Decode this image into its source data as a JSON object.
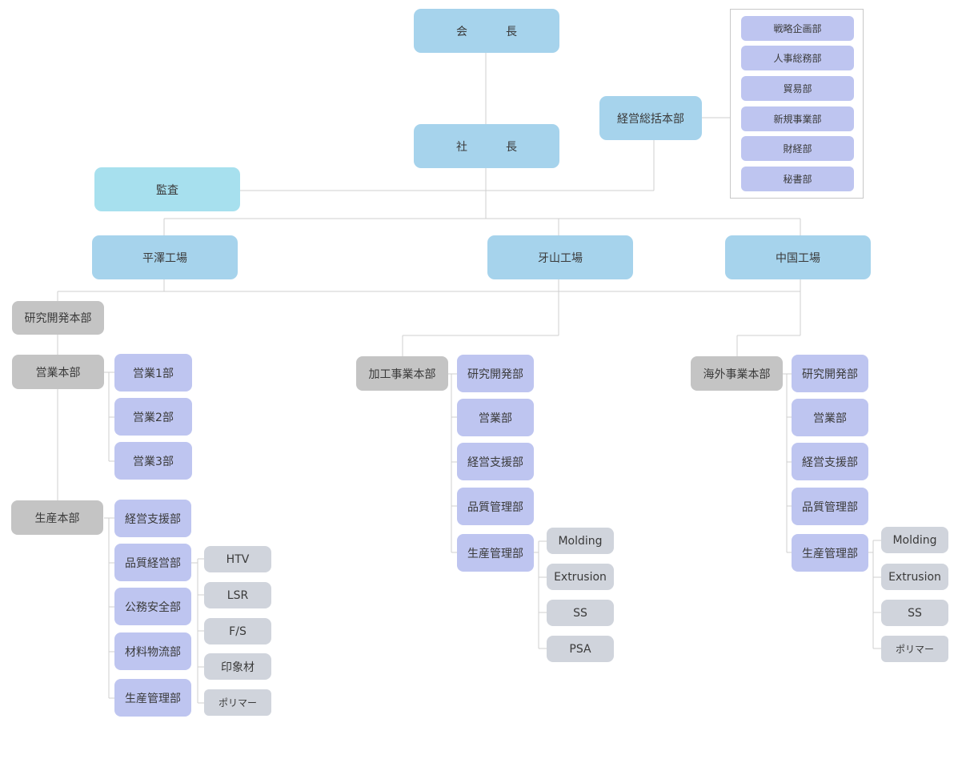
{
  "chairman": {
    "chars": [
      "会",
      "長"
    ]
  },
  "president": {
    "chars": [
      "社",
      "長"
    ]
  },
  "audit": "監査",
  "management_hq": {
    "label": "経営総括本部",
    "departments": [
      "戦略企画部",
      "人事総務部",
      "貿易部",
      "新規事業部",
      "財経部",
      "秘書部"
    ]
  },
  "plants": {
    "pyeongtaek": "平澤工場",
    "asan": "牙山工場",
    "china": "中国工場"
  },
  "pyeongtaek_org": {
    "rnd_hq": "研究開発本部",
    "sales_hq": "営業本部",
    "sales_depts": [
      "営業1部",
      "営業2部",
      "営業3部"
    ],
    "production_hq": "生産本部",
    "production_depts": [
      "経営支援部",
      "品質経営部",
      "公務安全部",
      "材料物流部",
      "生産管理部"
    ],
    "processes": [
      "HTV",
      "LSR",
      "F/S",
      "印象材",
      "ポリマー"
    ]
  },
  "asan_org": {
    "hq": "加工事業本部",
    "depts": [
      "研究開発部",
      "営業部",
      "経営支援部",
      "品質管理部",
      "生産管理部"
    ],
    "processes": [
      "Molding",
      "Extrusion",
      "SS",
      "PSA"
    ]
  },
  "china_org": {
    "hq": "海外事業本部",
    "depts": [
      "研究開発部",
      "営業部",
      "経営支援部",
      "品質管理部",
      "生産管理部"
    ],
    "processes": [
      "Molding",
      "Extrusion",
      "SS",
      "ポリマー"
    ]
  }
}
